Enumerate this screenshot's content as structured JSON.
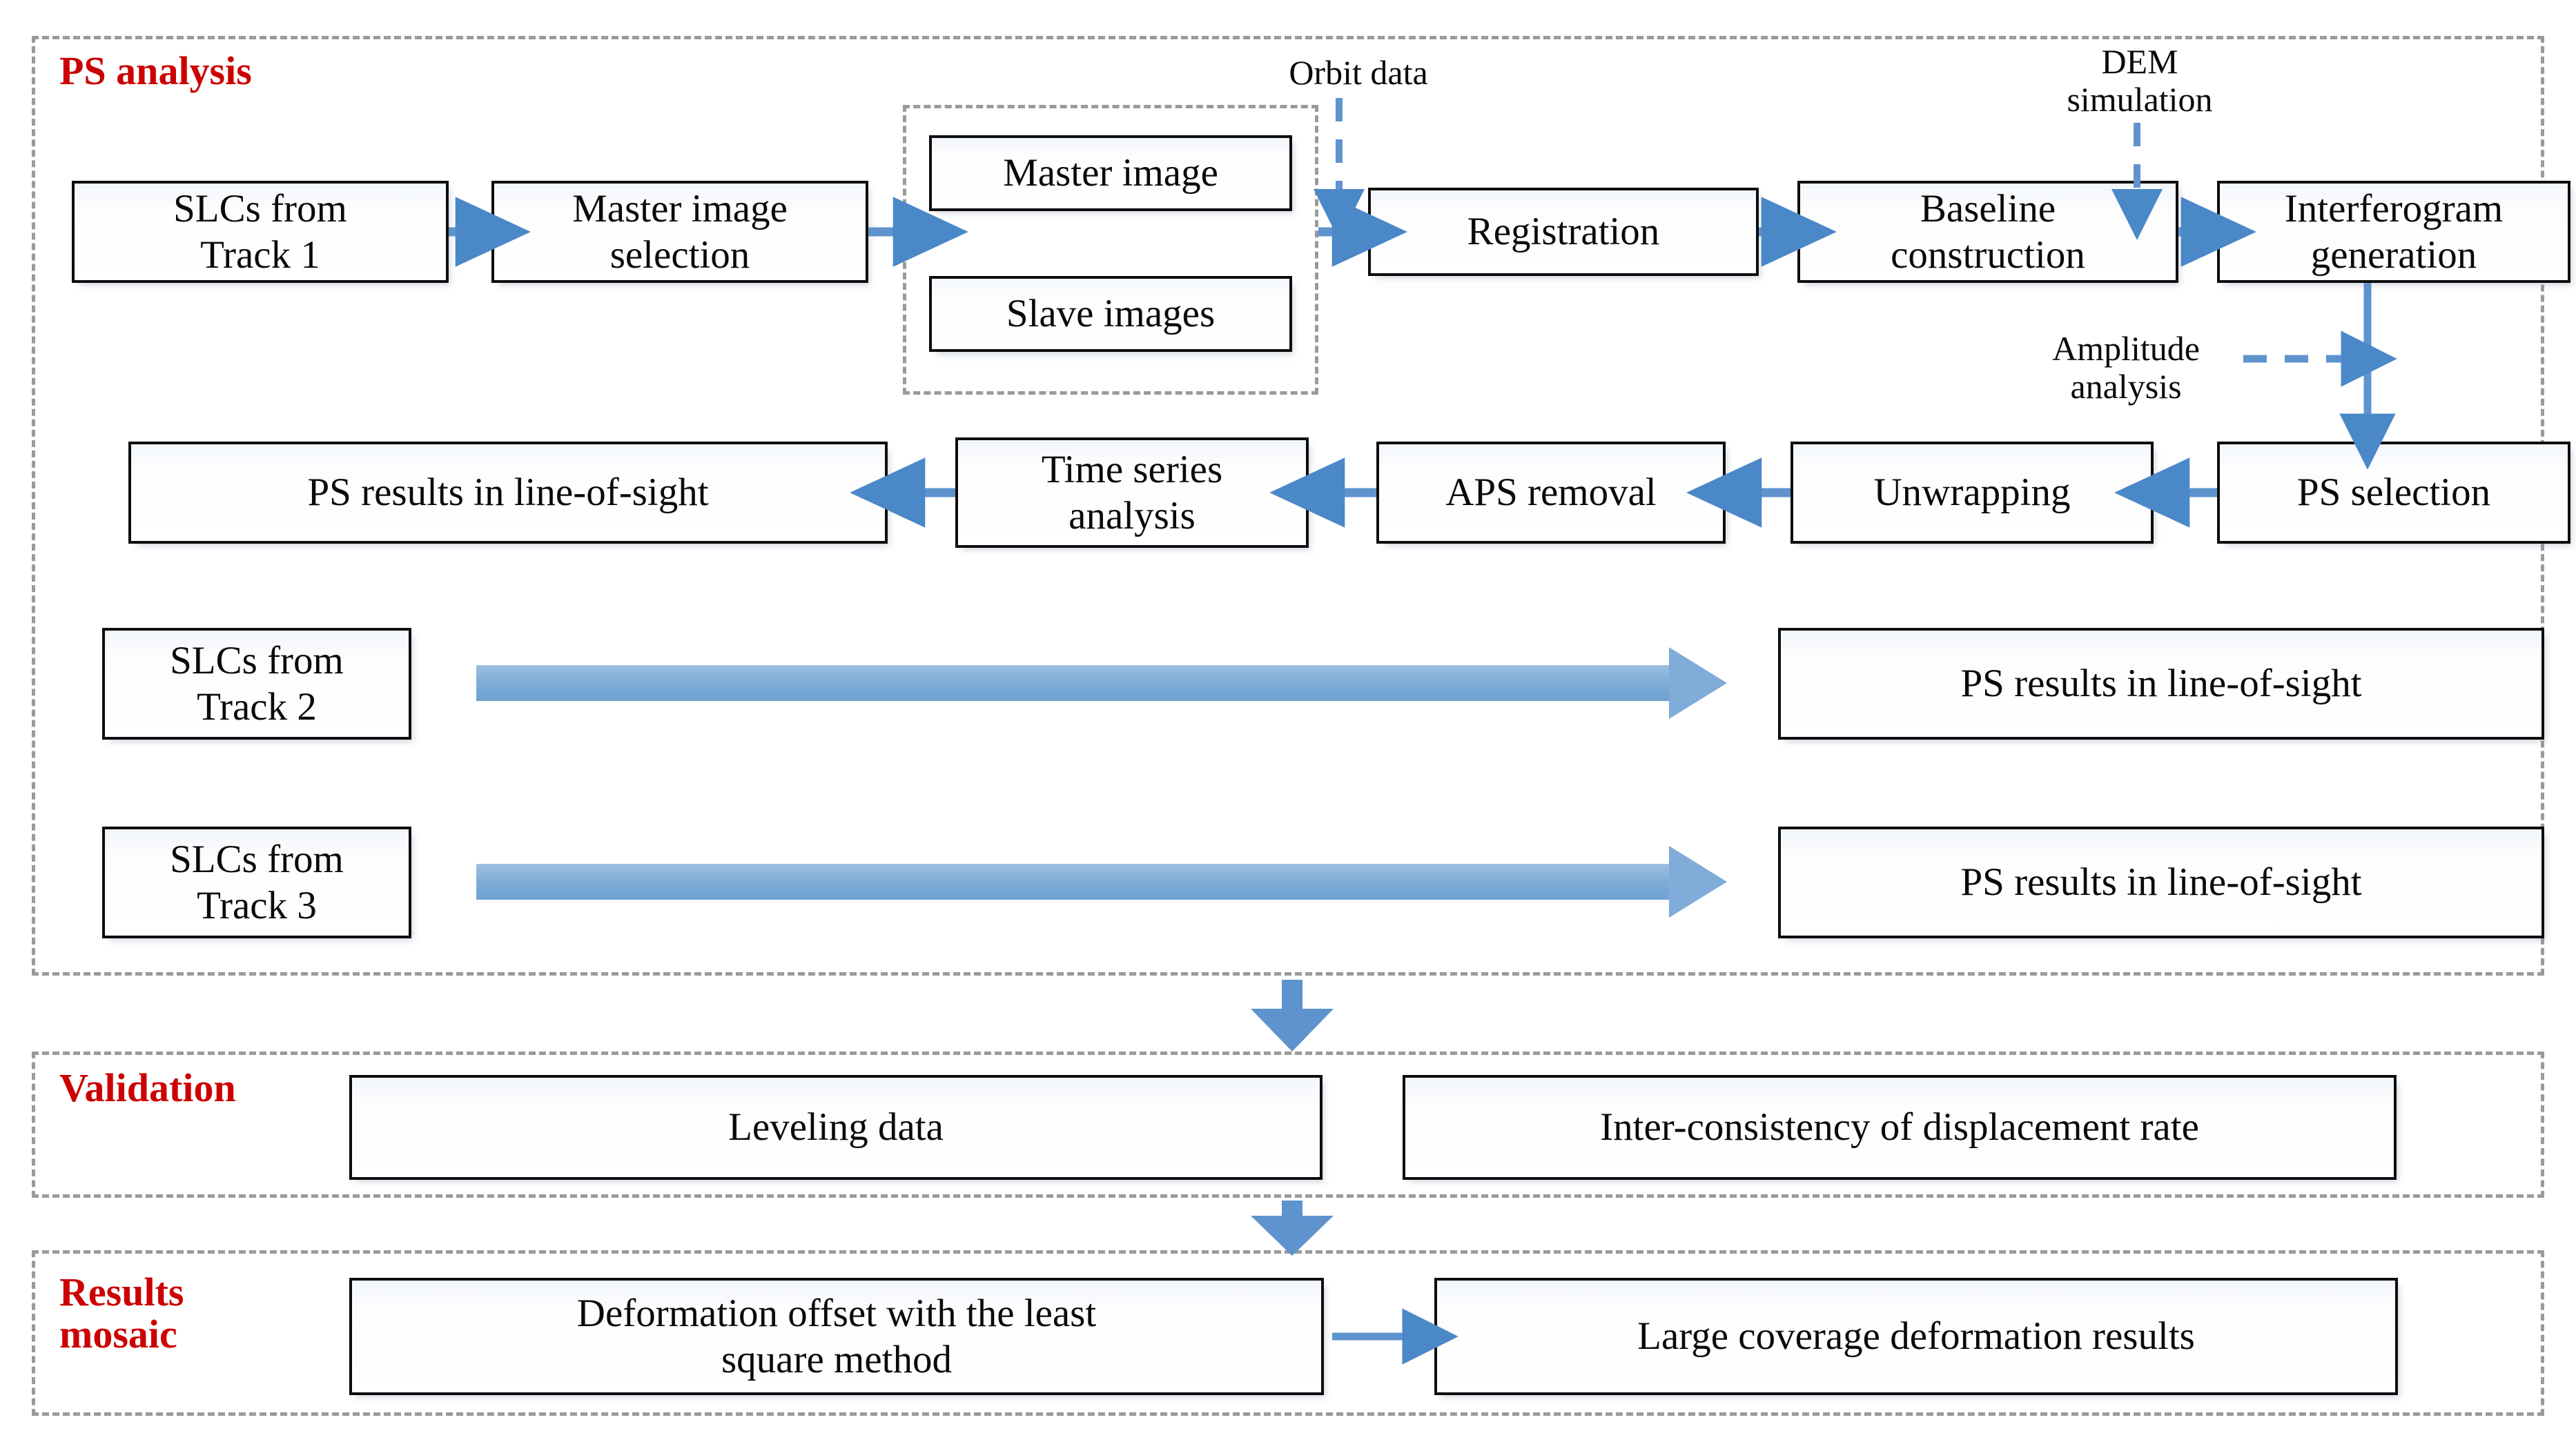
{
  "figure": {
    "kind": "flowchart",
    "accent_blue": "#4a88c7",
    "block_arrow_blue": "#7facd8",
    "section_heading_red": "#cc0000",
    "dashed_gray": "#9a9a9a"
  },
  "sections": [
    {
      "id": "ps-analysis",
      "title": "PS analysis"
    },
    {
      "id": "validation",
      "title": "Validation"
    },
    {
      "id": "results-mosaic",
      "title": "Results\nmosaic"
    }
  ],
  "ps_analysis": {
    "row1": [
      {
        "id": "slcs-track-1",
        "label": "SLCs from\nTrack 1"
      },
      {
        "id": "master-image-selection",
        "label": "Master image\nselection"
      },
      {
        "id": "master-image",
        "label": "Master image"
      },
      {
        "id": "slave-images",
        "label": "Slave images"
      },
      {
        "id": "registration",
        "label": "Registration"
      },
      {
        "id": "baseline-construction",
        "label": "Baseline\nconstruction"
      },
      {
        "id": "interferogram-generation",
        "label": "Interferogram\ngeneration"
      }
    ],
    "row2": [
      {
        "id": "ps-results-los-1",
        "label": "PS results in line-of-sight"
      },
      {
        "id": "time-series",
        "label": "Time series\nanalysis"
      },
      {
        "id": "aps-removal",
        "label": "APS removal"
      },
      {
        "id": "unwrapping",
        "label": "Unwrapping"
      },
      {
        "id": "ps-selection",
        "label": "PS selection"
      }
    ],
    "row3": [
      {
        "id": "slcs-track-2",
        "label": "SLCs from\nTrack 2"
      },
      {
        "id": "ps-results-los-2",
        "label": "PS results in line-of-sight"
      }
    ],
    "row4": [
      {
        "id": "slcs-track-3",
        "label": "SLCs from\nTrack 3"
      },
      {
        "id": "ps-results-los-3",
        "label": "PS results in line-of-sight"
      }
    ],
    "external_inputs": [
      {
        "id": "orbit-data",
        "label": "Orbit data"
      },
      {
        "id": "dem-simulation",
        "label": "DEM\nsimulation"
      },
      {
        "id": "amplitude-analysis",
        "label": "Amplitude\nanalysis"
      }
    ]
  },
  "validation": {
    "boxes": [
      {
        "id": "leveling-data",
        "label": "Leveling data"
      },
      {
        "id": "inter-consistency",
        "label": "Inter-consistency of displacement rate"
      }
    ]
  },
  "results_mosaic": {
    "boxes": [
      {
        "id": "deformation-offset",
        "label": "Deformation offset with the least\nsquare method"
      },
      {
        "id": "large-coverage-results",
        "label": "Large coverage deformation results"
      }
    ]
  }
}
